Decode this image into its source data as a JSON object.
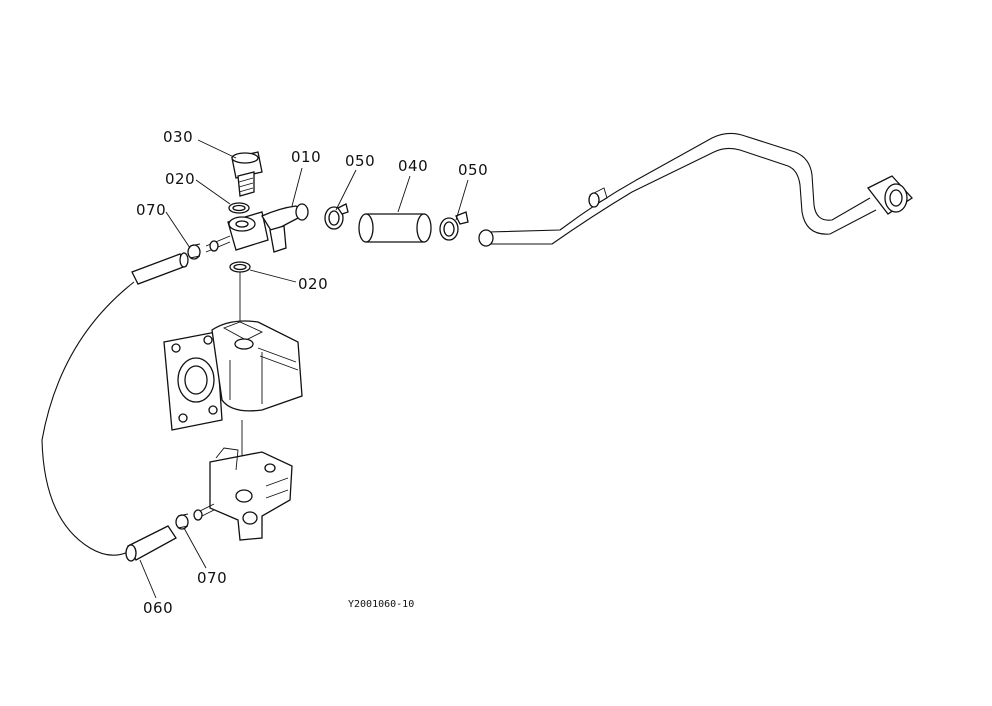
{
  "diagram": {
    "drawing_code": "Y2001060-10",
    "callouts": [
      {
        "id": "c030a",
        "text": "030"
      },
      {
        "id": "c020a",
        "text": "020"
      },
      {
        "id": "c070a",
        "text": "070"
      },
      {
        "id": "c010",
        "text": "010"
      },
      {
        "id": "c050a",
        "text": "050"
      },
      {
        "id": "c040",
        "text": "040"
      },
      {
        "id": "c050b",
        "text": "050"
      },
      {
        "id": "c020b",
        "text": "020"
      },
      {
        "id": "c070b",
        "text": "070"
      },
      {
        "id": "c060",
        "text": "060"
      }
    ]
  }
}
